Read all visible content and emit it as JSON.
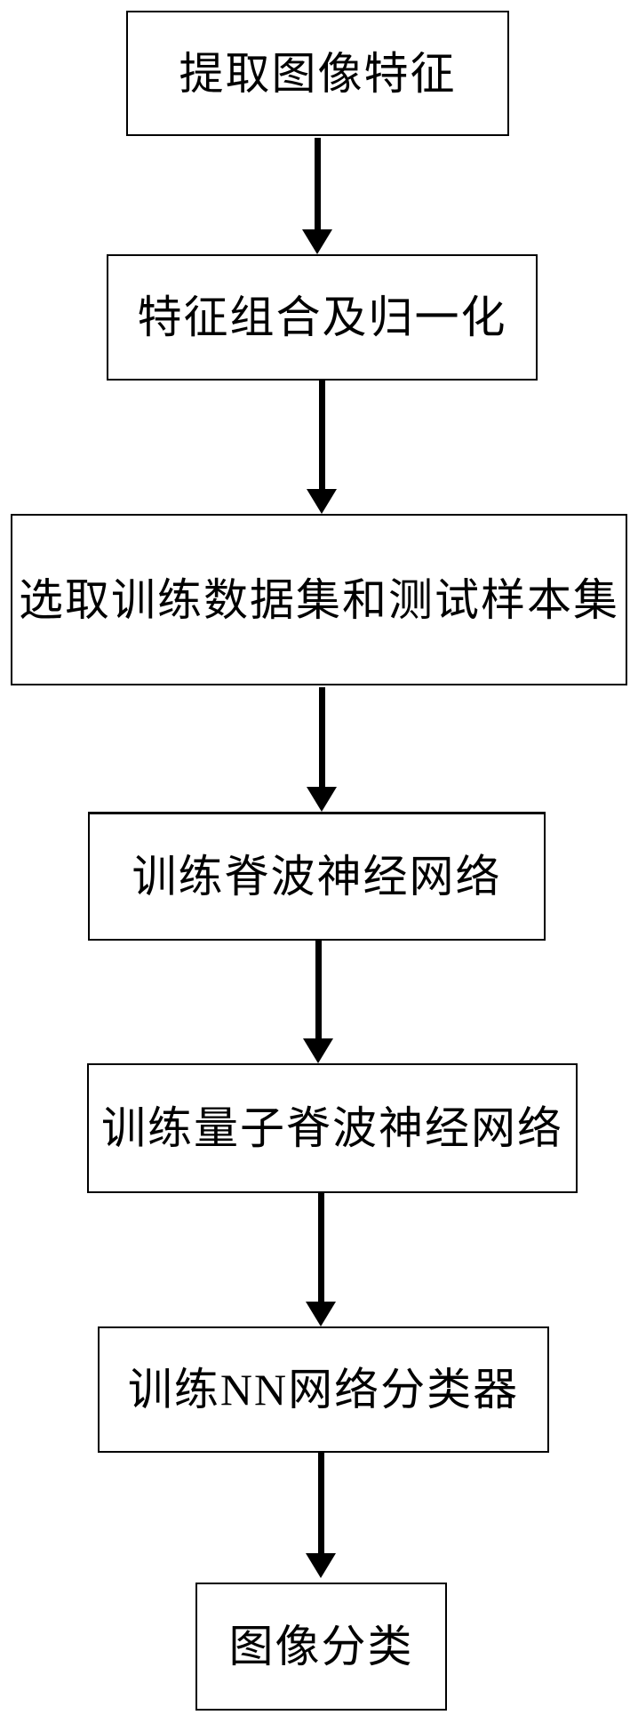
{
  "flowchart": {
    "type": "flowchart",
    "direction": "top-down",
    "colors": {
      "background": "#ffffff",
      "box_fill": "#ffffff",
      "box_border": "#000000",
      "text": "#000000",
      "arrow": "#000000"
    },
    "nodes": [
      {
        "label": "提取图像特征"
      },
      {
        "label": "特征组合及归一化"
      },
      {
        "label": "选取训练数据集和测试样本集"
      },
      {
        "label": "训练脊波神经网络"
      },
      {
        "label": "训练量子脊波神经网络"
      },
      {
        "label": "训练NN网络分类器"
      },
      {
        "label": "图像分类"
      }
    ],
    "edges": [
      {
        "from": 0,
        "to": 1
      },
      {
        "from": 1,
        "to": 2
      },
      {
        "from": 2,
        "to": 3
      },
      {
        "from": 3,
        "to": 4
      },
      {
        "from": 4,
        "to": 5
      },
      {
        "from": 5,
        "to": 6
      }
    ]
  }
}
